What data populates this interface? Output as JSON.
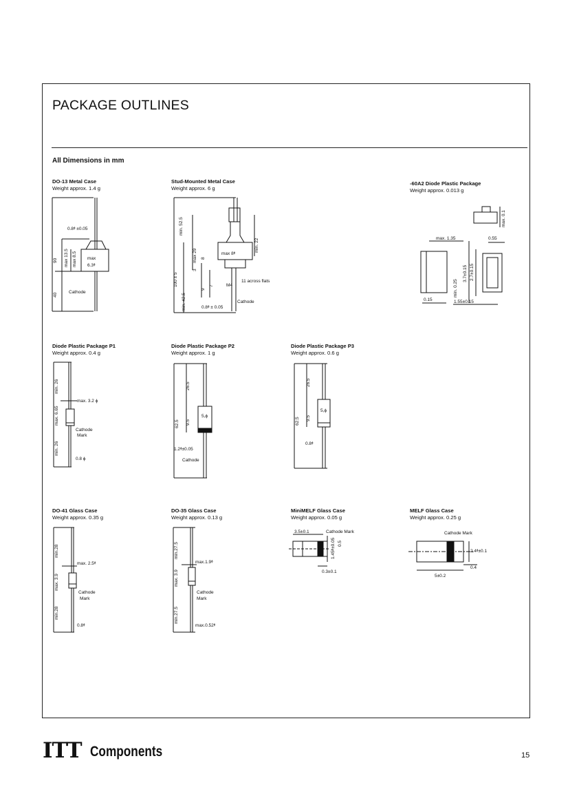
{
  "page": {
    "title": "PACKAGE OUTLINES",
    "subtitle": "All Dimensions in mm",
    "footer_logo": "ITT",
    "footer_brand": "Components",
    "page_number": "15"
  },
  "packages": [
    {
      "name": "DO-13 Metal Case",
      "weight": "Weight approx. 1.4 g",
      "labels": {
        "d1": "0.8ᶲ ±0.05",
        "d2": "max 13.5",
        "d3": "max 8.5",
        "d4": "max",
        "d5": "6.3ᶲ",
        "d6": "90",
        "d7": "40",
        "d8": "Cathode"
      }
    },
    {
      "name": "Stud-Mounted Metal Case",
      "weight": "Weight approx. 6 g",
      "labels": {
        "d1": "min. 52.5",
        "d2": "max 29",
        "d3": "min. 22",
        "d4": "max 8ᶲ",
        "d5": "3",
        "d6": "8",
        "d7": "100 ± 5",
        "d8": "min. 42.5",
        "d9": "9",
        "d10": "7",
        "d11": "M4",
        "d12": "11 across flats",
        "d13": "Cathode",
        "d14": "0.8ᶲ ± 0.05"
      }
    },
    {
      "name": "-60A2 Diode Plastic Package",
      "weight": "Weight approx. 0.013 g",
      "labels": {
        "d1": "max. 0.1",
        "d2": "max. 1.35",
        "d3": "0.55",
        "d4": "min. 0.25",
        "d5": "3.7±0.15",
        "d6": "2.7±0.15",
        "d7": "0.15",
        "d8": "1.55±0.15"
      }
    },
    {
      "name": "Diode Plastic Package P1",
      "weight": "Weight approx. 0.4 g",
      "labels": {
        "d1": "min. 26",
        "d2": "max. 3.2 ϕ",
        "d3": "max. 6.65",
        "d4": "Cathode",
        "d5": "Mark",
        "d6": "min. 26",
        "d7": "0.8 ϕ"
      }
    },
    {
      "name": "Diode Plastic Package P2",
      "weight": "Weight approx. 1 g",
      "labels": {
        "d1": "26.5",
        "d2": "62.5",
        "d3": "9.5",
        "d4": "5,ϕ",
        "d5": "1.2ᶲ±0.05",
        "d6": "Cathode"
      }
    },
    {
      "name": "Diode Plastic Package P3",
      "weight": "Weight approx. 0.6 g",
      "labels": {
        "d1": "26.5",
        "d2": "62.5",
        "d3": "9.5",
        "d4": "5,ϕ",
        "d5": "0.8ᶲ"
      }
    },
    {
      "name": "DO-41 Glass Case",
      "weight": "Weight approx. 0.35 g",
      "labels": {
        "d1": "min.28",
        "d2": "max. 2.5ᶲ",
        "d3": "max. 3.9",
        "d4": "Cathode",
        "d5": "Mark",
        "d6": "min.28",
        "d7": "0.8ᶲ"
      }
    },
    {
      "name": "DO-35 Glass Case",
      "weight": "Weight approx. 0.13 g",
      "labels": {
        "d1": "min.27.5",
        "d2": "max.1.9ᶲ",
        "d3": "max. 3.9",
        "d4": "Cathode",
        "d5": "Mark",
        "d6": "min.27.5",
        "d7": "max.0.52ᶲ"
      }
    },
    {
      "name": "MiniMELF Glass Case",
      "weight": "Weight approx. 0.05 g",
      "labels": {
        "d1": "3.5±0.1",
        "d2": "Cathode Mark",
        "d3": "0.5",
        "d4": "1.45ᶲ±0.05",
        "d5": "0.3±0.1"
      }
    },
    {
      "name": "MELF Glass Case",
      "weight": "Weight approx. 0.25 g",
      "labels": {
        "d1": "Cathode Mark",
        "d2": "2.4ᶲ±0.1",
        "d3": "0.4",
        "d4": "5±0.2"
      }
    }
  ]
}
